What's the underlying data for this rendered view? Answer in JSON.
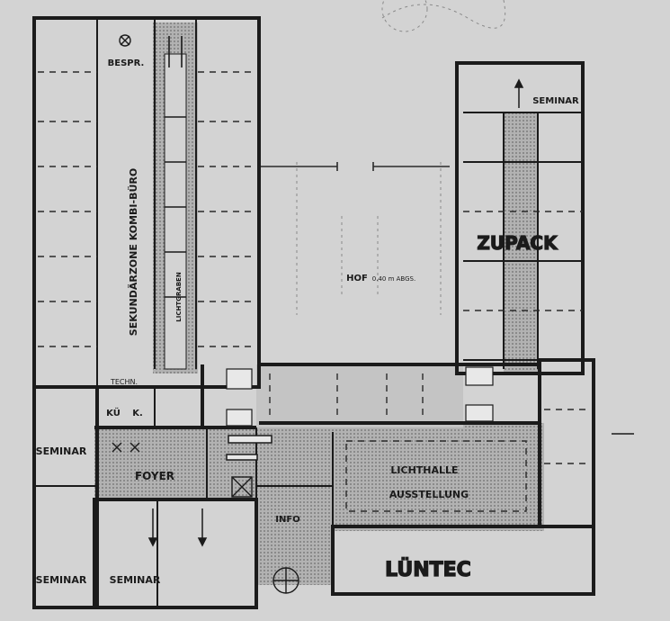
{
  "labels": {
    "bespr": "BESPR.",
    "sekundaerzone": "SEKUNDÄRZONE  KOMBI-BÜRO",
    "lichtgraben": "LICHTGRABEN",
    "techn": "TECHN.",
    "kue": "KÜ",
    "k": "K.",
    "seminar_left": "SEMINAR",
    "foyer": "FOYER",
    "seminar_bottom_left": "SEMINAR",
    "seminar_bottom_mid": "SEMINAR",
    "hof": "HOF",
    "hof_note": "0.40 m ABGS.",
    "info": "INFO",
    "lichthalle": "LICHTHALLE",
    "ausstellung": "AUSSTELLUNG",
    "luentec": "LÜNTEC",
    "seminar_right": "SEMINAR",
    "zupack": "ZUPACK"
  },
  "colors": {
    "paper": "#d3d3d3",
    "ink": "#1b1b1b",
    "corridor": "#a6a6a6"
  }
}
